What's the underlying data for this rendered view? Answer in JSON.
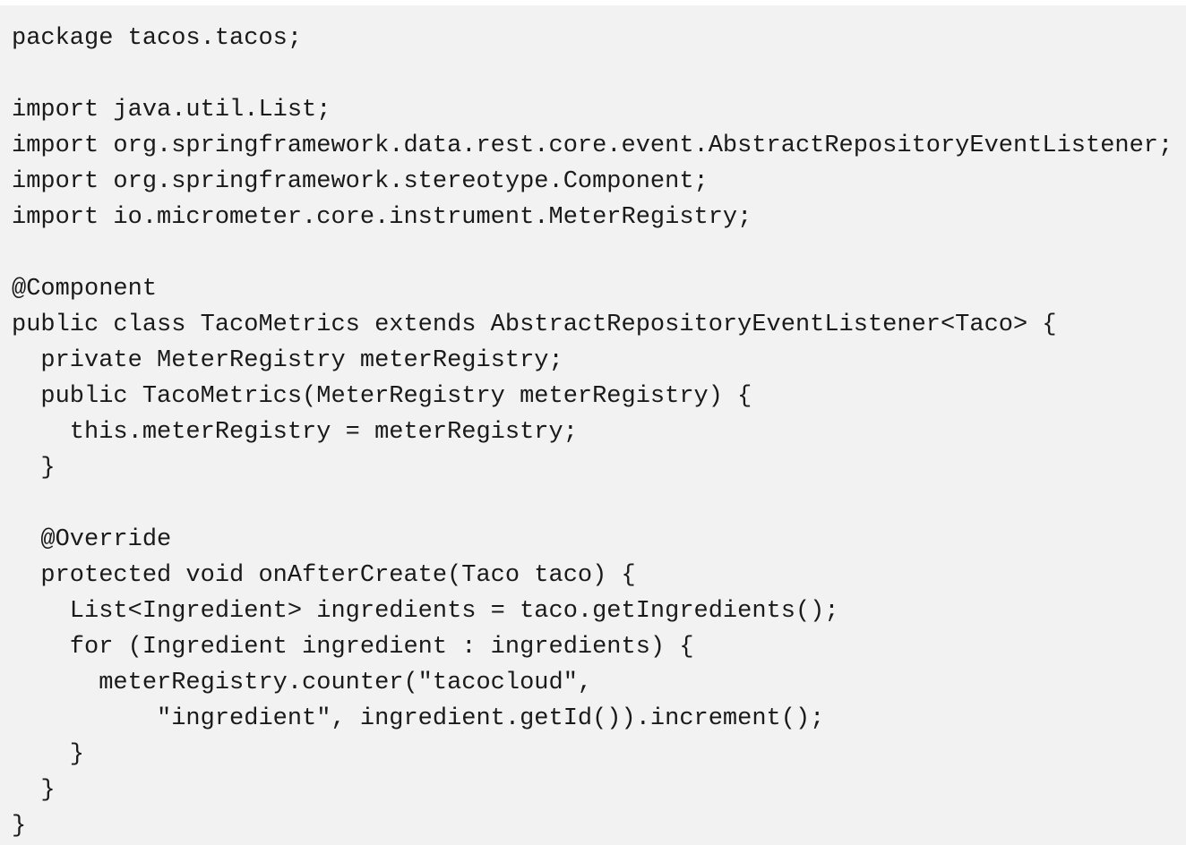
{
  "code": {
    "lines": [
      "package tacos.tacos;",
      "",
      "import java.util.List;",
      "import org.springframework.data.rest.core.event.AbstractRepositoryEventListener;",
      "import org.springframework.stereotype.Component;",
      "import io.micrometer.core.instrument.MeterRegistry;",
      "",
      "@Component",
      "public class TacoMetrics extends AbstractRepositoryEventListener<Taco> {",
      "  private MeterRegistry meterRegistry;",
      "  public TacoMetrics(MeterRegistry meterRegistry) {",
      "    this.meterRegistry = meterRegistry;",
      "  }",
      "",
      "  @Override",
      "  protected void onAfterCreate(Taco taco) {",
      "    List<Ingredient> ingredients = taco.getIngredients();",
      "    for (Ingredient ingredient : ingredients) {",
      "      meterRegistry.counter(\"tacocloud\",",
      "          \"ingredient\", ingredient.getId()).increment();",
      "    }",
      "  }",
      "}"
    ]
  }
}
